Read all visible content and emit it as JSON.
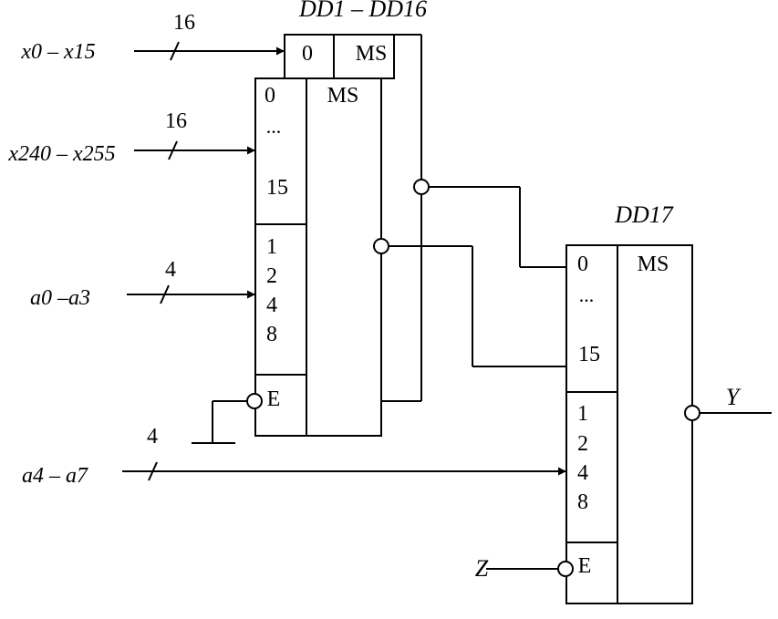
{
  "labels": {
    "mux_group": "DD1 – DD16",
    "mux_final": "DD17",
    "bus_x_low": "x0 – x15",
    "bus_x_high": "x240 – x255",
    "bus_a_low": "a0 –a3",
    "bus_a_high": "a4 – a7",
    "width_16_top": "16",
    "width_16_mid": "16",
    "width_4_a": "4",
    "width_4_b": "4",
    "output": "Y",
    "enable_input": "Z"
  },
  "pins": {
    "ms": "MS",
    "zero": "0",
    "dots": "...",
    "fifteen": "15",
    "one": "1",
    "two": "2",
    "four": "4",
    "eight": "8",
    "enable": "E"
  }
}
